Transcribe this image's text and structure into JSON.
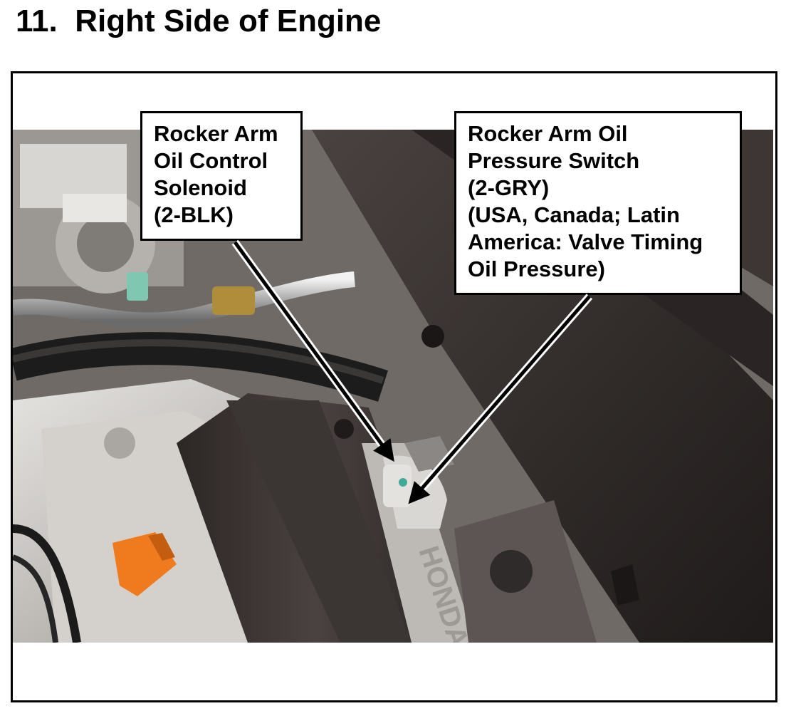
{
  "title": "11.  Right Side of Engine",
  "callouts": {
    "solenoid": {
      "lines": [
        "Rocker Arm",
        "Oil Control",
        "Solenoid",
        "(2-BLK)"
      ]
    },
    "switch": {
      "lines": [
        "Rocker Arm Oil",
        "Pressure Switch",
        "(2-GRY)",
        "(USA, Canada; Latin",
        "America: Valve Timing",
        "Oil Pressure)"
      ]
    }
  },
  "photo": {
    "embossed_text": "HONDA"
  },
  "colors": {
    "oil_cap": "#f07a1e",
    "engine_silver": "#c9c6c2",
    "cover_dark": "#3a3432"
  }
}
